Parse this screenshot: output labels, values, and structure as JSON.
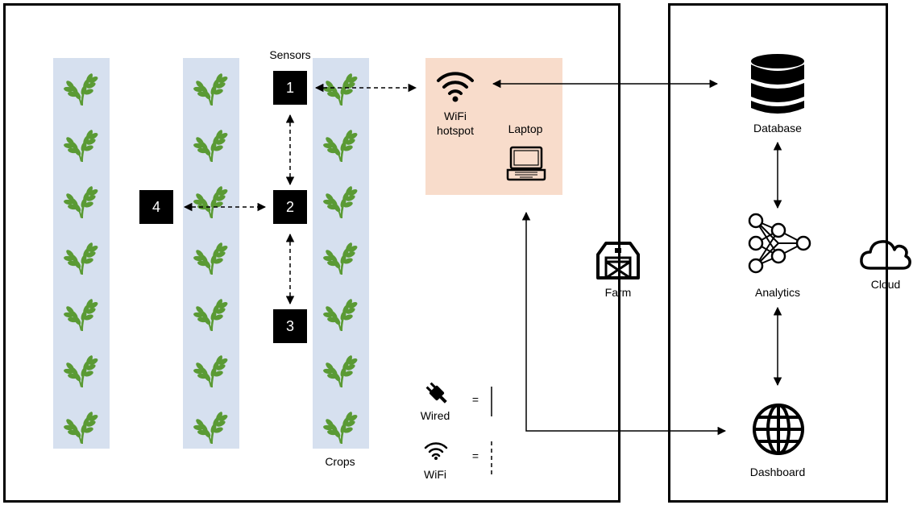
{
  "labels": {
    "sensors": "Sensors",
    "crops": "Crops",
    "wifi_hotspot_line1": "WiFi",
    "wifi_hotspot_line2": "hotspot",
    "laptop": "Laptop",
    "farm": "Farm",
    "database": "Database",
    "analytics": "Analytics",
    "dashboard": "Dashboard",
    "cloud": "Cloud",
    "legend_wired": "Wired",
    "legend_wifi": "WiFi",
    "legend_equals": "="
  },
  "sensors": [
    "1",
    "2",
    "3",
    "4"
  ],
  "colors": {
    "crop_column": "#d6e0ef",
    "hub_background": "#f8dccb",
    "wheat": "#5a9a34",
    "sensor_box": "#000000"
  },
  "icons": {
    "wheat": "wheat-icon",
    "wifi": "wifi-icon",
    "laptop": "laptop-icon",
    "barn": "barn-icon",
    "database": "database-icon",
    "analytics": "neural-network-icon",
    "dashboard": "globe-icon",
    "cloud": "cloud-icon",
    "plug": "plug-icon"
  }
}
